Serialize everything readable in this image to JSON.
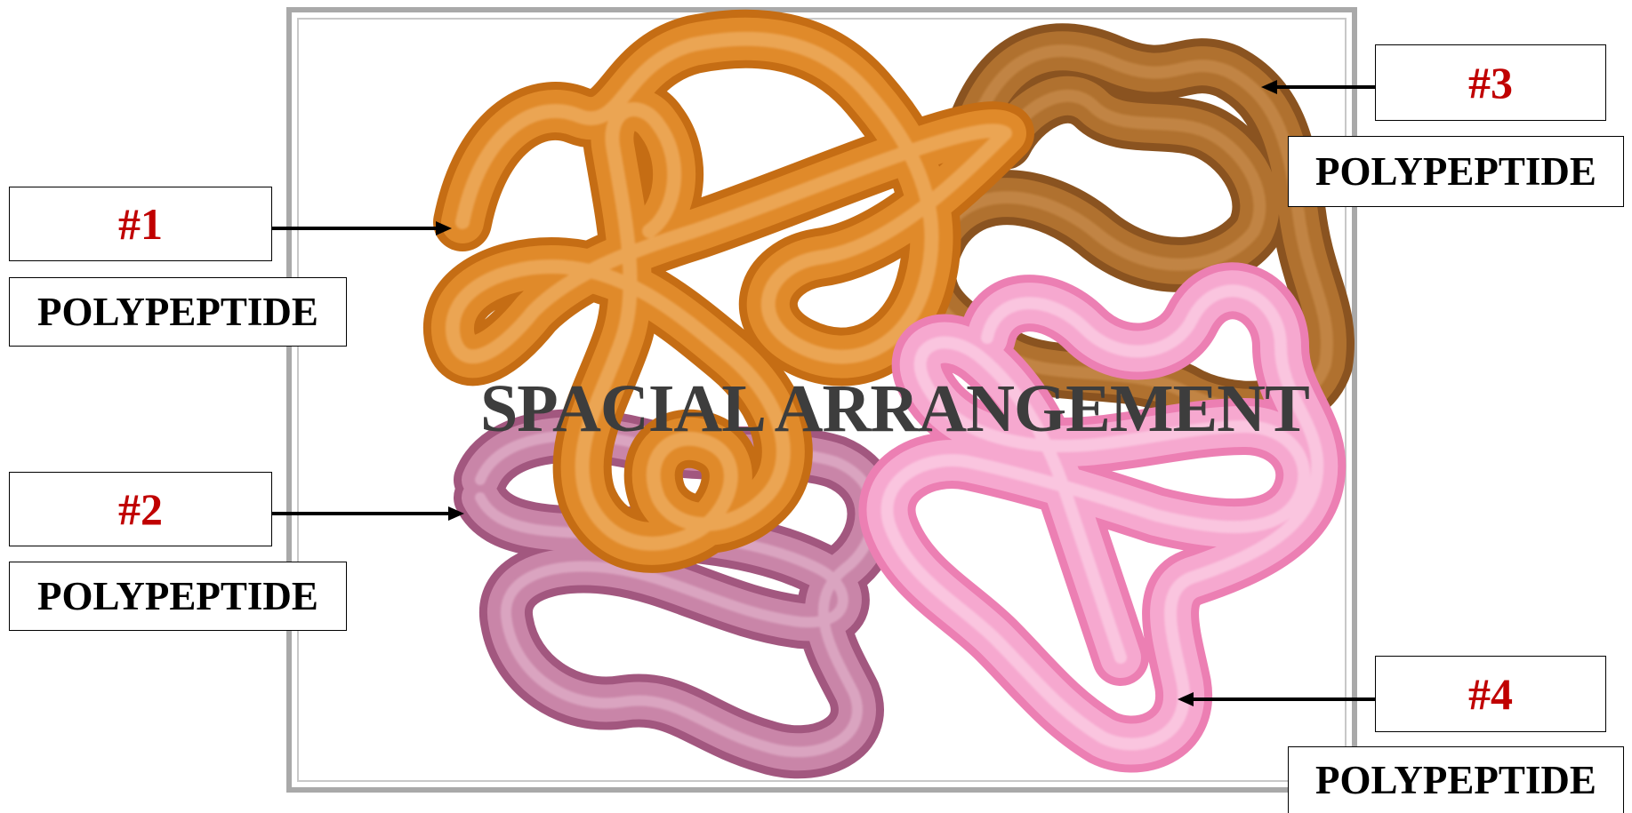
{
  "title": "SPACIAL ARRANGEMENT",
  "labels": [
    {
      "number": "#1",
      "text": "POLYPEPTIDE"
    },
    {
      "number": "#2",
      "text": "POLYPEPTIDE"
    },
    {
      "number": "#3",
      "text": "POLYPEPTIDE"
    },
    {
      "number": "#4",
      "text": "POLYPEPTIDE"
    }
  ],
  "colors": {
    "number_text": "#c00000",
    "label_text": "#000000",
    "title_text": "#3d3d3d",
    "chain_1": "#e08a2a",
    "chain_2": "#c985a8",
    "chain_3": "#a8682a",
    "chain_4": "#f6a8cf",
    "frame": "#a9a9a9"
  }
}
